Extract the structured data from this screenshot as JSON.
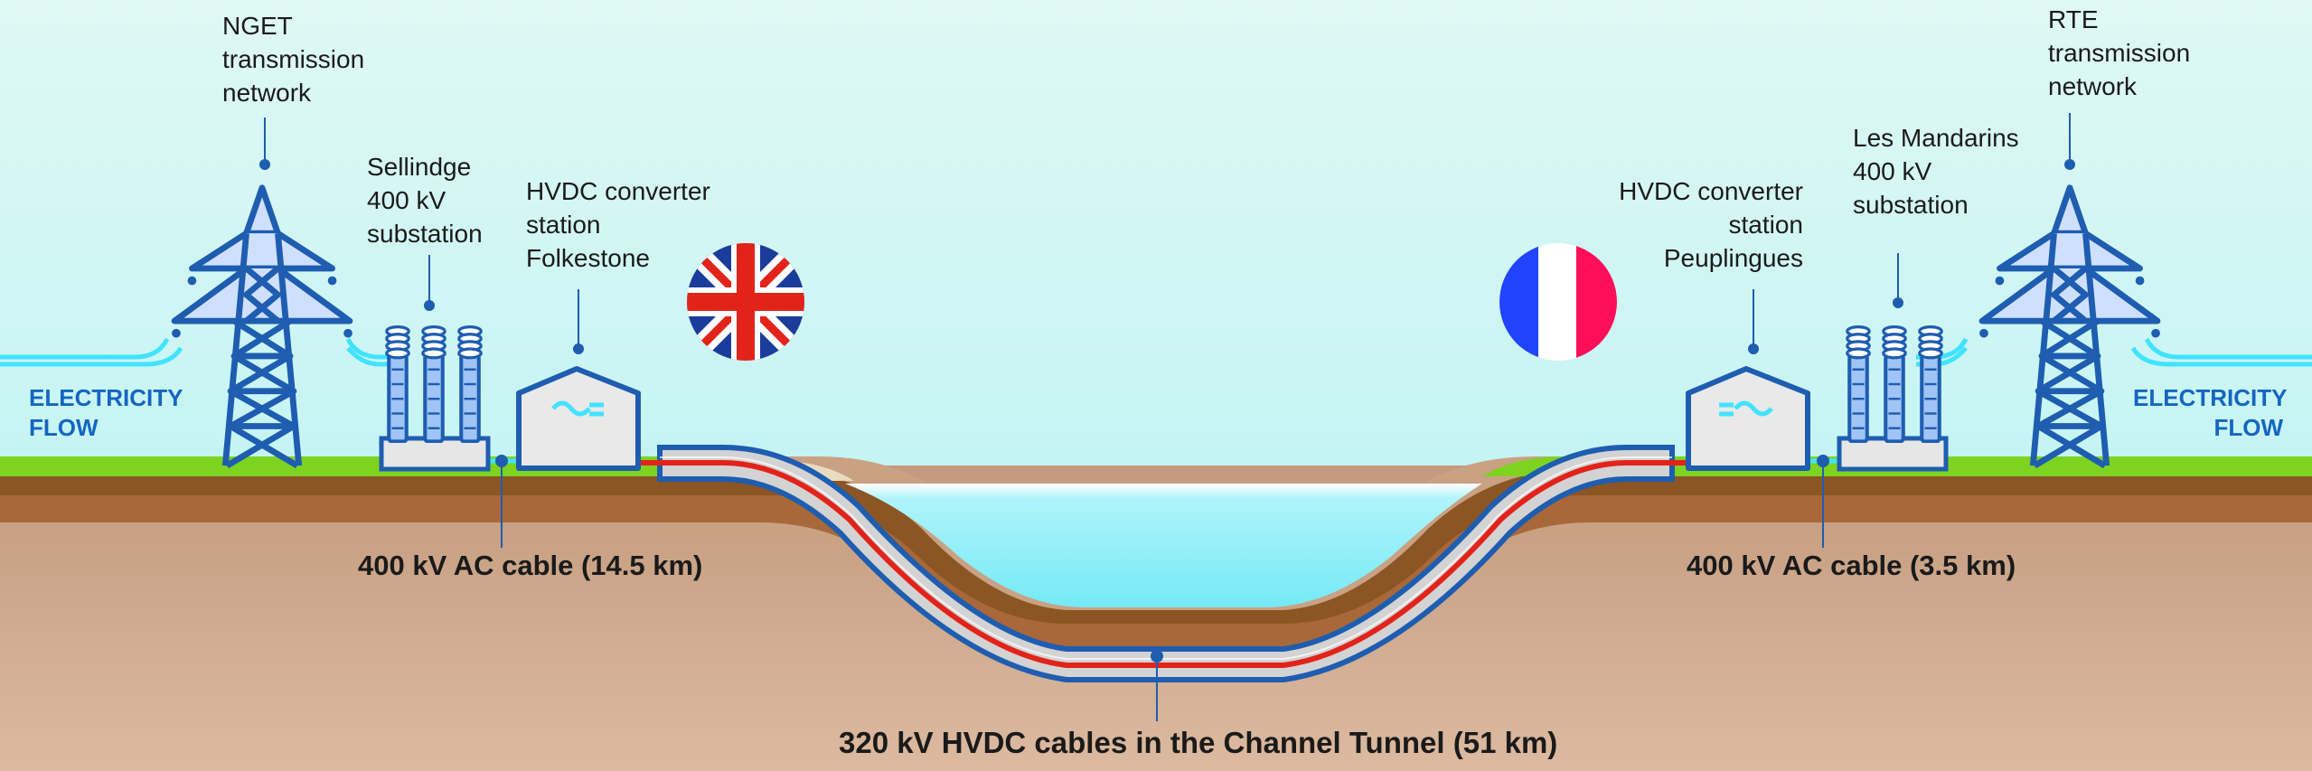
{
  "colors": {
    "sky_top": "#d9f7f4",
    "sky_bottom": "#b6f3f5",
    "grass": "#7ed321",
    "soil_dark": "#8b5524",
    "soil_light": "#c9a183",
    "sea": "#8ef0f8",
    "tower_blue": "#1e5db0",
    "ac_cable": "#41e3ff",
    "hvdc_red": "#e2231a",
    "tunnel_gray": "#cfcfcf",
    "france_blue": "#2244ff",
    "france_red": "#ff0f5a"
  },
  "labels": {
    "nget": [
      "NGET",
      "transmission",
      "network"
    ],
    "sellindge": [
      "Sellindge",
      "400 kV",
      "substation"
    ],
    "folkestone": [
      "HVDC converter",
      "station",
      "Folkestone"
    ],
    "peuplingues": [
      "HVDC converter",
      "station",
      "Peuplingues"
    ],
    "mandarins": [
      "Les Mandarins",
      "400 kV",
      "substation"
    ],
    "rte": [
      "RTE",
      "transmission",
      "network"
    ]
  },
  "flow": {
    "left": [
      "ELECTRICITY",
      "FLOW"
    ],
    "right": [
      "ELECTRICITY",
      "FLOW"
    ]
  },
  "cables": {
    "uk_ac": "400 kV AC cable (14.5 km)",
    "fr_ac": "400 kV AC cable (3.5 km)",
    "hvdc": "320 kV HVDC cables in the Channel Tunnel (51 km)"
  },
  "icons": {
    "uk_flag": "union-jack-flag",
    "fr_flag": "french-tricolour-flag",
    "pylon": "transmission-pylon",
    "converter": "converter-station-building",
    "substation": "substation-insulators"
  }
}
